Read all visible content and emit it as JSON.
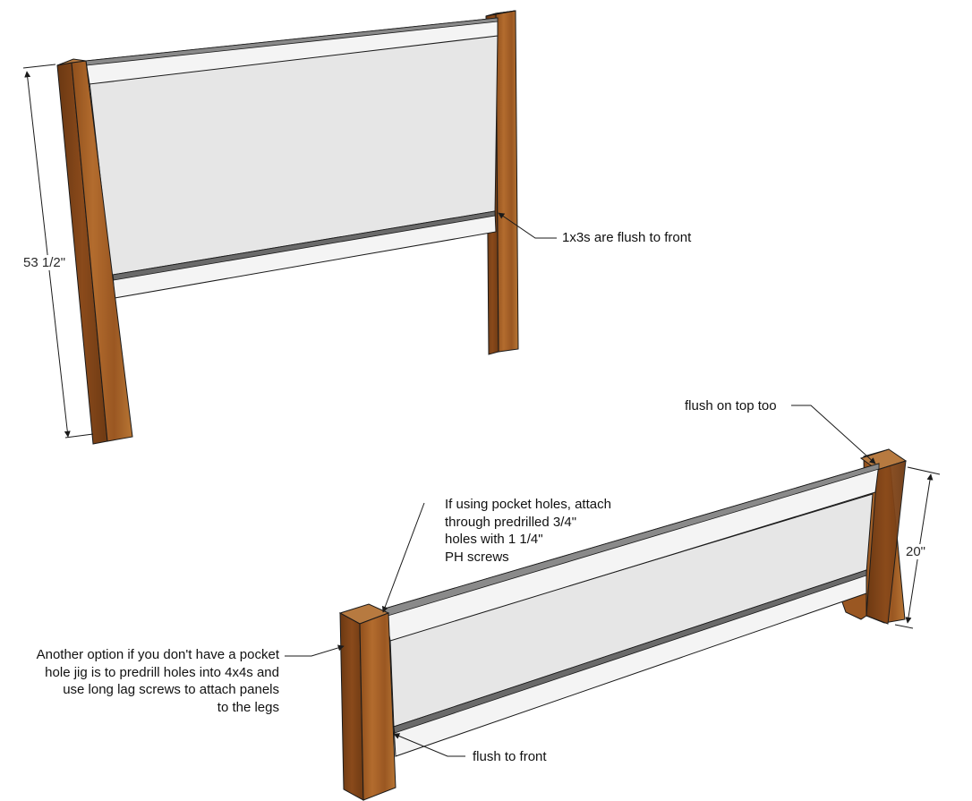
{
  "colors": {
    "panel": "#e6e6e6",
    "rail": "#f4f4f4",
    "rail_edge": "#4a4a4a",
    "wood": "#a8642a",
    "wood_dark": "#6e3c14",
    "wood_top": "#b77a40",
    "line": "#1a1a1a"
  },
  "dimensions": {
    "headboard_height": "53 1/2\"",
    "footboard_height": "20\""
  },
  "annotations": {
    "flush_front_1x3s": "1x3s are flush to front",
    "flush_top": "flush on top too",
    "pocket_holes": [
      "If using pocket holes, attach",
      "through predrilled 3/4\"",
      "holes with 1 1/4\"",
      "PH screws"
    ],
    "lag_screws": [
      "Another option if you don't have a pocket",
      "hole jig is to predrill holes into 4x4s and",
      "use long lag screws to attach panels",
      "to the legs"
    ],
    "flush_front": "flush to front"
  }
}
